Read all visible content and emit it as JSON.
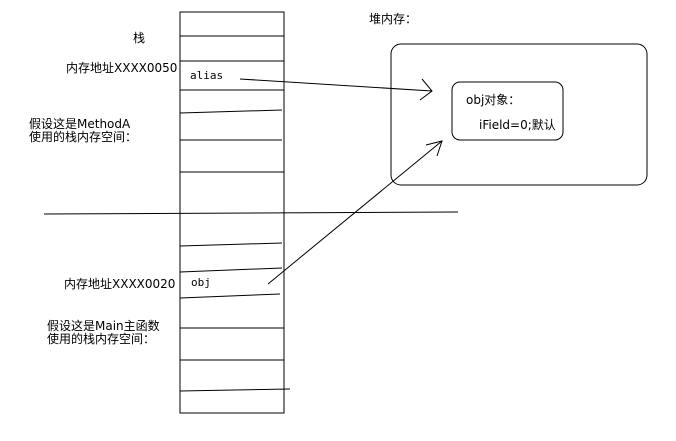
{
  "labels": {
    "stack_title": "栈",
    "addr_alias": "内存地址XXXX0050",
    "method_a_line1": "假设这是MethodA",
    "method_a_line2": "使用的栈内存空间：",
    "addr_obj": "内存地址XXXX0020",
    "main_line1": "假设这是Main主函数",
    "main_line2": "使用的栈内存空间：",
    "heap_title": "堆内存：",
    "cell_alias": "alias",
    "cell_obj": "obj",
    "obj_title": "obj对象：",
    "obj_field": "iField=0;默认"
  },
  "colors": {
    "ink": "#000000",
    "background": "#ffffff"
  }
}
